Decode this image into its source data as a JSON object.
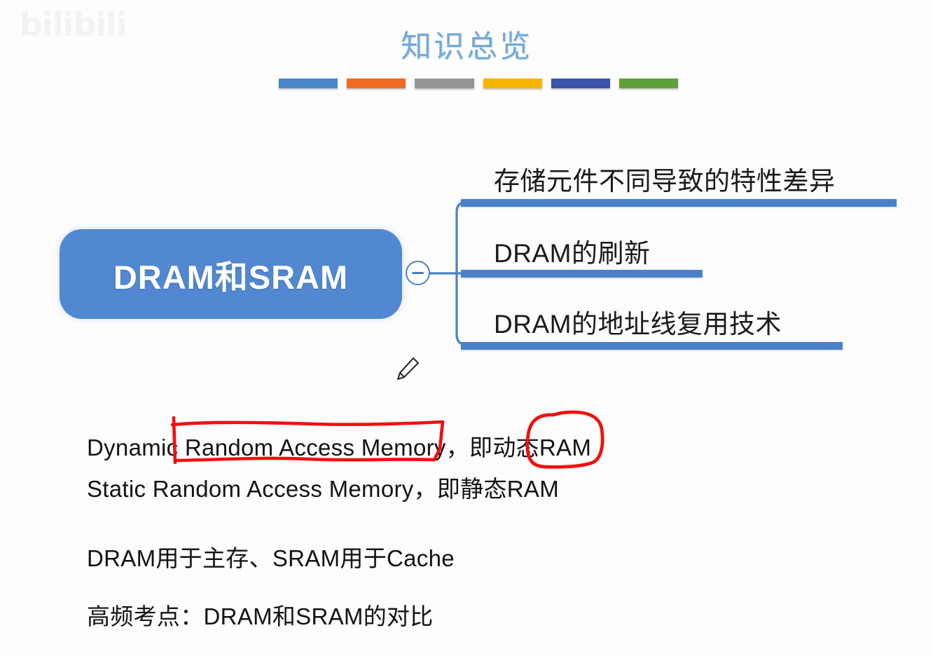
{
  "watermark": {
    "text": "bilibili"
  },
  "slide": {
    "title": "知识总览",
    "accent_color": "#4a80c8",
    "title_color": "#74a9d8",
    "annotation_color": "#ee1111"
  },
  "colorbars": [
    {
      "name": "bar-blue",
      "color": "#4a86c8"
    },
    {
      "name": "bar-orange",
      "color": "#ed6b25"
    },
    {
      "name": "bar-gray",
      "color": "#969696"
    },
    {
      "name": "bar-yellow",
      "color": "#f5b400"
    },
    {
      "name": "bar-dark-blue",
      "color": "#3b55a8"
    },
    {
      "name": "bar-green",
      "color": "#5fa03a"
    }
  ],
  "mindmap": {
    "root": {
      "label": "DRAM和SRAM",
      "fill": "#5288d1",
      "text_color": "#ffffff"
    },
    "collapse_toggle": {
      "icon": "minus-icon",
      "state": "expanded"
    },
    "branches": [
      {
        "label": "存储元件不同导致的特性差异",
        "underline_width": 620
      },
      {
        "label": "DRAM的刷新",
        "underline_width": 345
      },
      {
        "label": "DRAM的地址线复用技术",
        "underline_width": 545
      }
    ],
    "cursor": {
      "icon": "pencil-icon"
    }
  },
  "body_lines": {
    "dynamic": "Dynamic Random Access Memory，即动态RAM",
    "static": "Static Random Access Memory，即静态RAM",
    "usage": "DRAM用于主存、SRAM用于Cache",
    "exam": "高频考点：DRAM和SRAM的对比"
  },
  "annotations": [
    {
      "name": "red-box-random-access-memory",
      "shape": "hand-drawn-rectangle",
      "target": "Random Access Memory"
    },
    {
      "name": "red-circle-ram",
      "shape": "hand-drawn-oval",
      "target": "RAM"
    }
  ]
}
